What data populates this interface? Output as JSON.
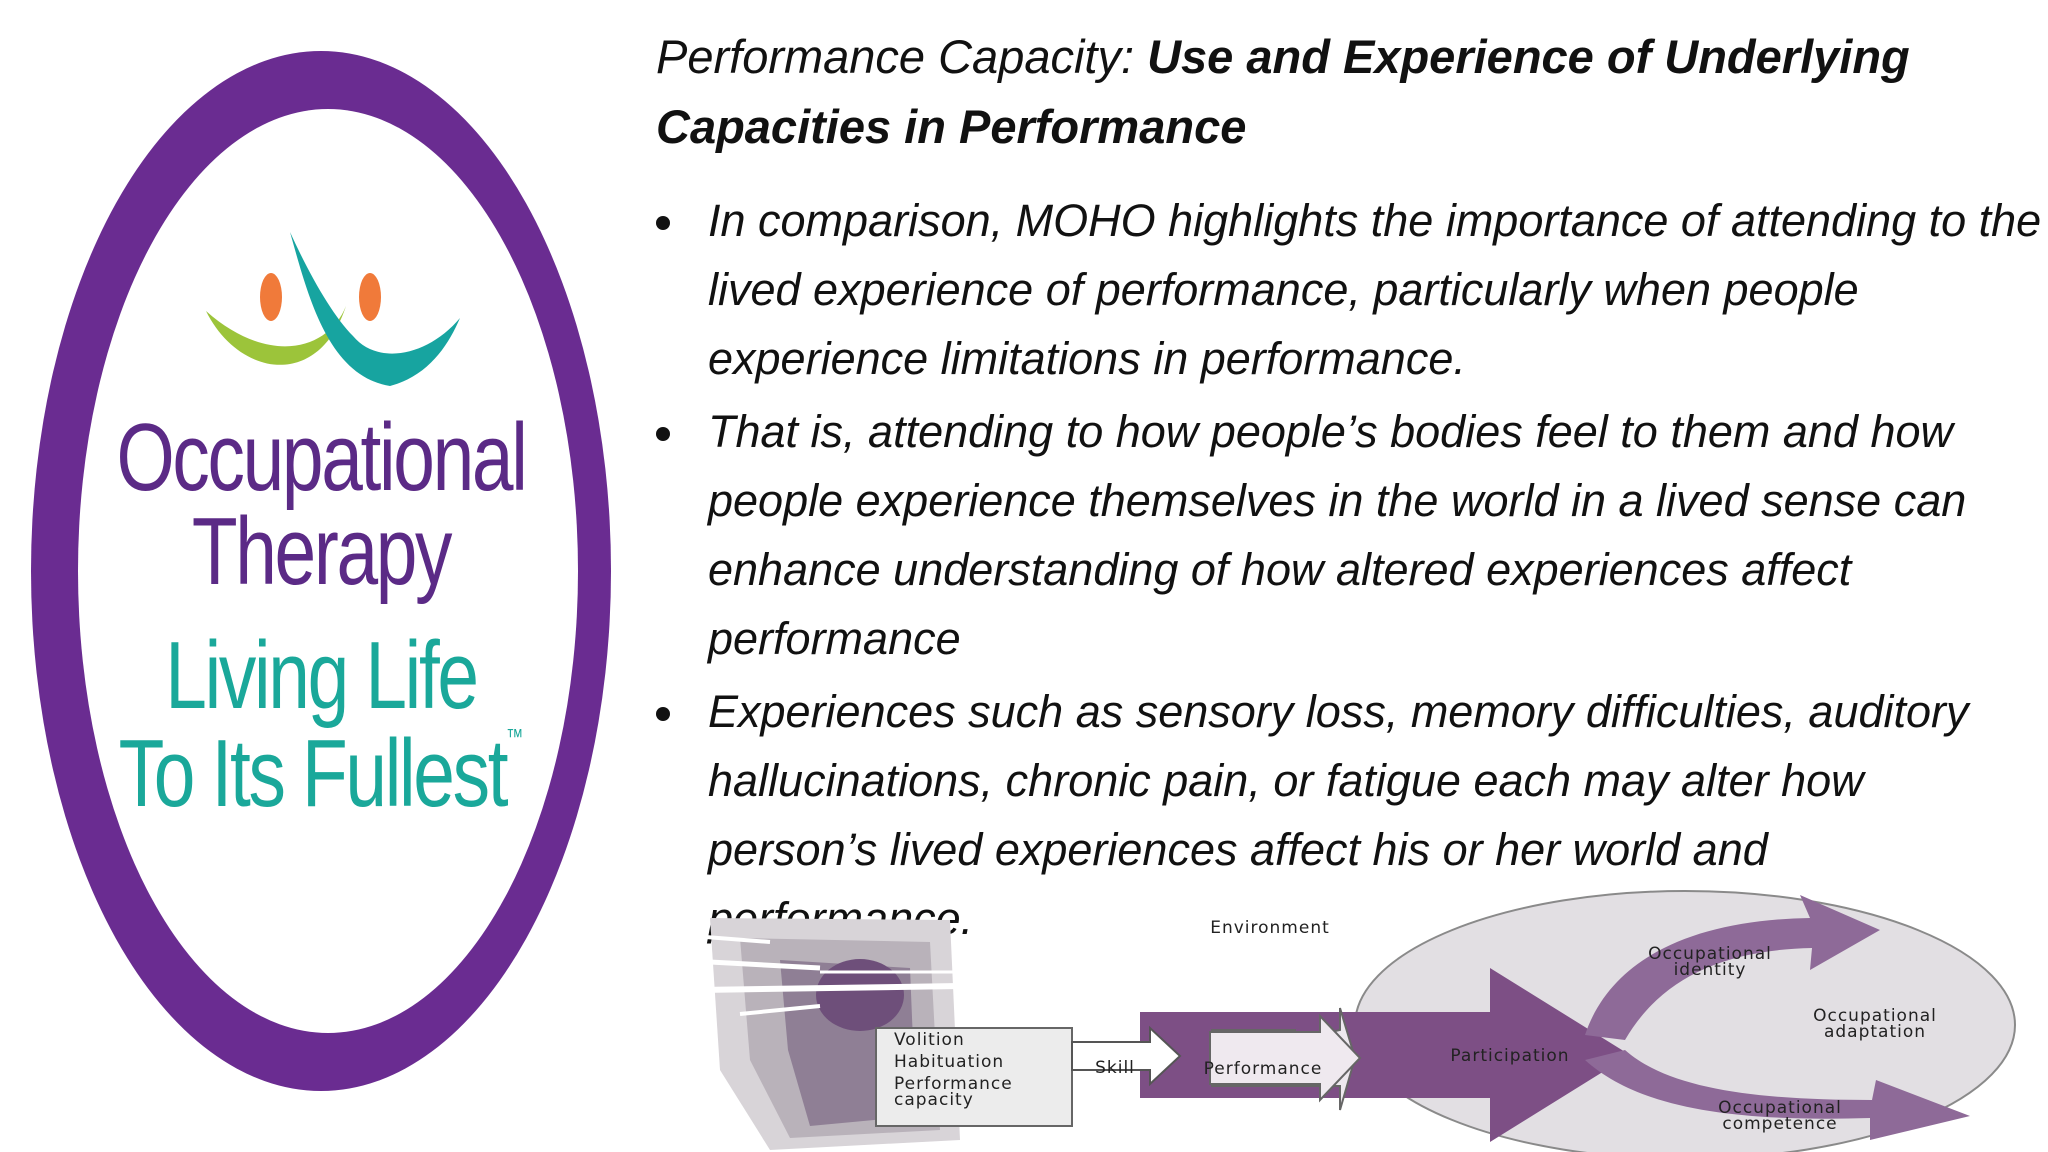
{
  "logo": {
    "line1": "Occupational",
    "line2": "Therapy",
    "line3": "Living Life",
    "line4": "To Its Fullest",
    "trademark": "™",
    "colors": {
      "ring": "#6a2c91",
      "purple_text": "#5b2a86",
      "teal_text": "#1aa89a",
      "orange": "#f07a3a",
      "green": "#9cc43a",
      "teal": "#17a4a0"
    }
  },
  "slide": {
    "title_lead": "Performance Capacity: ",
    "title_emph": "Use and Experience of Underlying Capacities in Performance",
    "bullets": [
      "In comparison, MOHO highlights the importance of attending to the lived experience of performance, particularly when people experience limitations in performance.",
      "That is, attending to how people’s bodies feel to them and how people experience themselves in the world in a lived sense can enhance understanding of how altered experiences affect performance",
      "Experiences such as sensory loss, memory difficulties, auditory hallucinations, chronic pain, or fatigue each may alter how person’s lived experiences affect his or her world and performance."
    ]
  },
  "diagram": {
    "environment": "Environment",
    "person_components": [
      "Volition",
      "Habituation",
      "Performance capacity"
    ],
    "skill": "Skill",
    "performance": "Performance",
    "participation": "Participation",
    "identity": "Occupational identity",
    "adaptation": "Occupational adaptation",
    "competence": "Occupational competence"
  }
}
